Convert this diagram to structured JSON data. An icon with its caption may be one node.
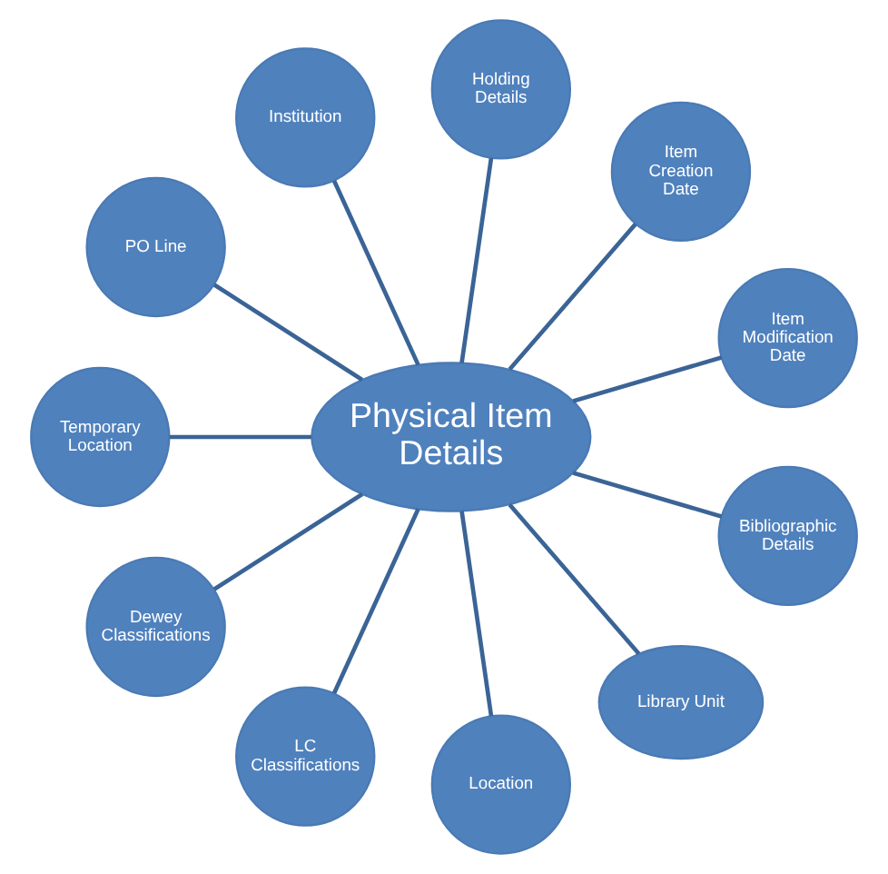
{
  "diagram": {
    "nodes": [
      {
        "text": [
          "Physical Item Details"
        ]
      },
      {
        "text": [
          "Item Modification Date"
        ]
      },
      {
        "text": [
          "Item Creation Date"
        ]
      },
      {
        "text": [
          "Holding Details"
        ]
      },
      {
        "text": [
          "Institution"
        ]
      },
      {
        "text": [
          "PO Line"
        ]
      },
      {
        "text": [
          "Temporary Location"
        ]
      },
      {
        "text": [
          "Dewey Classifications"
        ]
      },
      {
        "text": [
          "LC Classifications"
        ]
      },
      {
        "text": [
          "Location"
        ]
      },
      {
        "text": [
          "Library Unit"
        ]
      },
      {
        "text": [
          "Bibliographic Details"
        ]
      }
    ],
    "edges": [
      {
        "from": 0,
        "to": 1,
        "arrow": "none"
      },
      {
        "from": 0,
        "to": 2,
        "arrow": "none"
      },
      {
        "from": 0,
        "to": 3,
        "arrow": "none"
      },
      {
        "from": 0,
        "to": 4,
        "arrow": "none"
      },
      {
        "from": 0,
        "to": 5,
        "arrow": "none"
      },
      {
        "from": 0,
        "to": 6,
        "arrow": "none"
      },
      {
        "from": 0,
        "to": 7,
        "arrow": "none"
      },
      {
        "from": 0,
        "to": 8,
        "arrow": "none"
      },
      {
        "from": 0,
        "to": 9,
        "arrow": "none"
      },
      {
        "from": 0,
        "to": 10,
        "arrow": "none"
      },
      {
        "from": 0,
        "to": 11,
        "arrow": "none"
      }
    ]
  }
}
